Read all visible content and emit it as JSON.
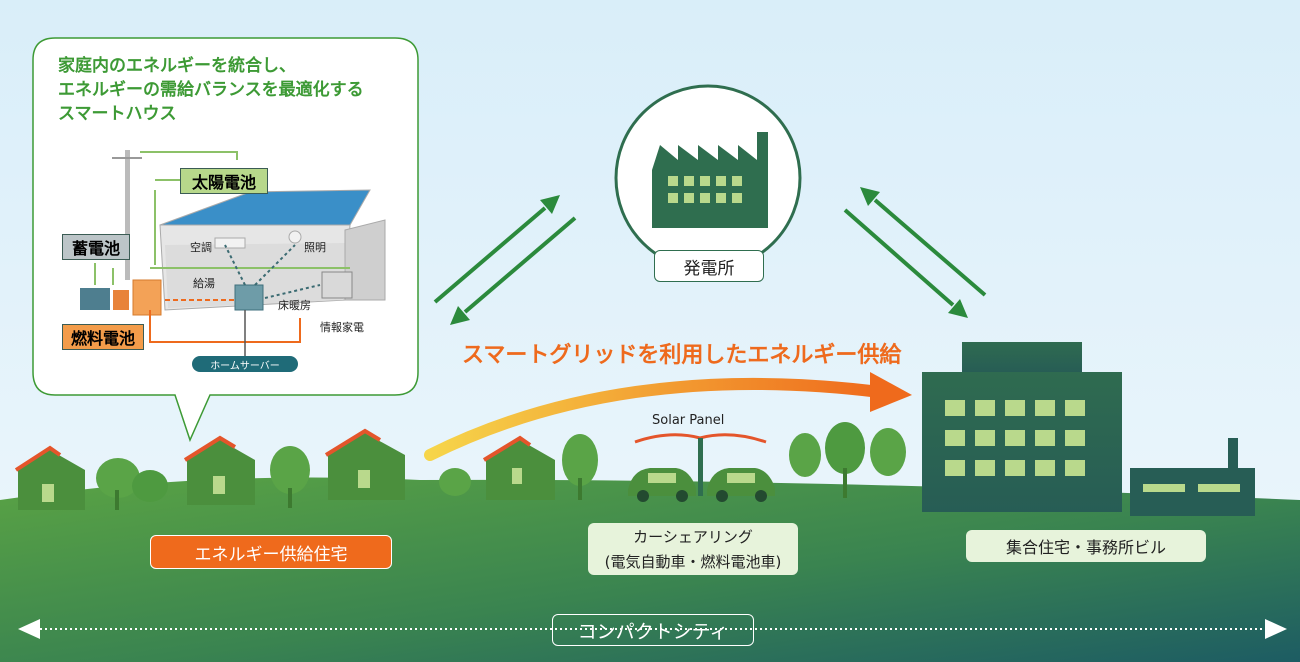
{
  "bubble": {
    "title_lines": [
      "家庭内のエネルギーを統合し、",
      "エネルギーの需給バランスを最適化する",
      "スマートハウス"
    ],
    "labels": {
      "solar": "太陽電池",
      "storage": "蓄電池",
      "fuel_cell": "燃料電池",
      "aircon": "空調",
      "lighting": "照明",
      "hot_water": "給湯",
      "floor_heating": "床暖房",
      "appliances": "情報家電",
      "home_server": "ホームサーバー"
    }
  },
  "power_plant_label": "発電所",
  "smart_grid_label": "スマートグリッドを利用したエネルギー供給",
  "solar_panel_label": "Solar Panel",
  "energy_housing_label": "エネルギー供給住宅",
  "car_sharing_lines": [
    "カーシェアリング",
    "(電気自動車・燃料電池車)"
  ],
  "apartment_label": "集合住宅・事務所ビル",
  "compact_city_label": "コンパクトシティ",
  "colors": {
    "green_dark": "#2f6e4f",
    "green_accent": "#3d9a35",
    "orange_accent": "#ee6a1d",
    "sky": "#e3f1fa",
    "label_green_bg": "#b7d88b",
    "label_gray_bg": "#bcc5c8",
    "label_orange_bg": "#f39c4a"
  }
}
